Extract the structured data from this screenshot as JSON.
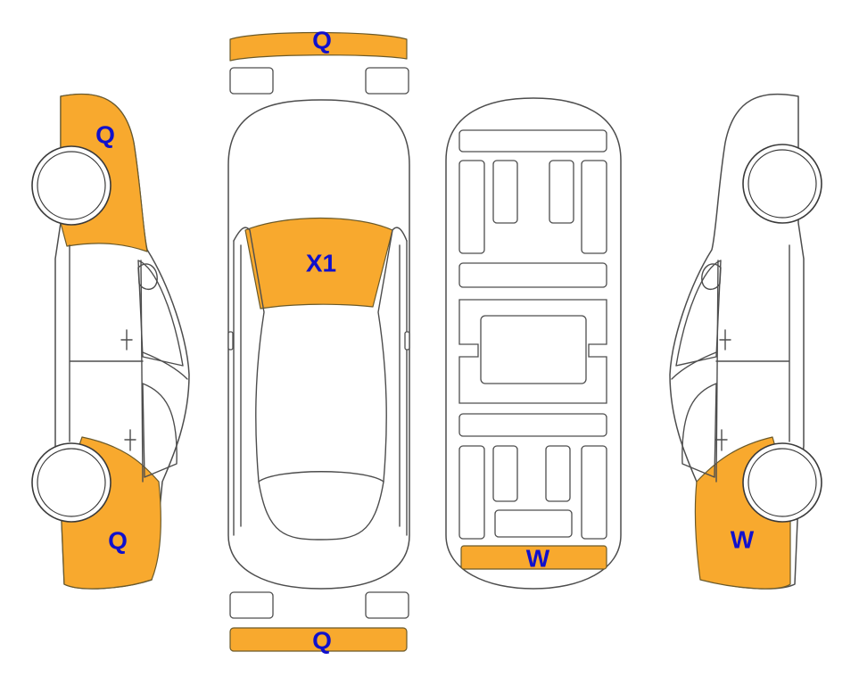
{
  "colors": {
    "damage_fill": "#F8A92E",
    "code_text": "#1010CC",
    "outline": "#4d4d4d",
    "background": "#ffffff"
  },
  "views": {
    "left_side": {
      "front_area_code": "Q",
      "rear_area_code": "Q"
    },
    "top": {
      "front_bumper_code": "Q",
      "windshield_code": "X1",
      "rear_bumper_code": "Q"
    },
    "underside": {
      "rear_panel_code": "W"
    },
    "right_side": {
      "rear_area_code": "W"
    }
  }
}
